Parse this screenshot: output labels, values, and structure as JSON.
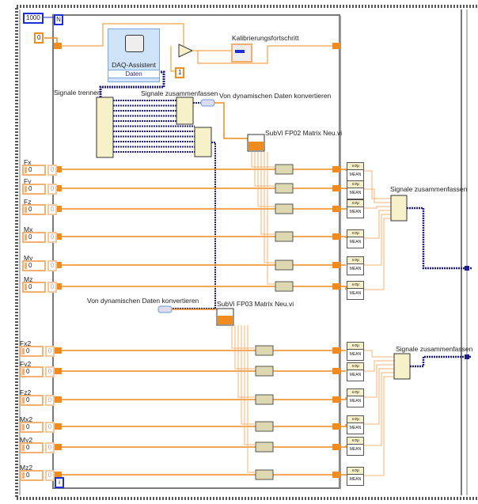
{
  "loop": {
    "count_constant": "1000",
    "count_terminal": "N",
    "iteration_terminal": "i",
    "shift_init": "0"
  },
  "daq": {
    "title": "DAQ-Assistent",
    "output": "Daten"
  },
  "compare_constant": "1",
  "progress": {
    "label": "Kalibrierungsfortschritt"
  },
  "labels": {
    "split": "Signale trennen",
    "merge1": "Signale zusammenfassen",
    "convert1": "Von dynamischen Daten konvertieren",
    "subvi1": "SubVi FP02 Matrix Neu.vi",
    "merge2": "Signale zusammenfassen",
    "convert2": "Von dynamischen Daten konvertieren",
    "subvi2": "SubVi FP03 Matrix Neu.vi",
    "merge3": "Signale zusammenfassen"
  },
  "controls_group1": [
    {
      "label": "Fx",
      "value": "0",
      "indicator": "0"
    },
    {
      "label": "Fy",
      "value": "0",
      "indicator": "0"
    },
    {
      "label": "Fz",
      "value": "0",
      "indicator": "0"
    },
    {
      "label": "Mx",
      "value": "0",
      "indicator": "0"
    },
    {
      "label": "My",
      "value": "0",
      "indicator": "0"
    },
    {
      "label": "Mz",
      "value": "0",
      "indicator": "0"
    }
  ],
  "controls_group2": [
    {
      "label": "Fx2",
      "value": "0",
      "indicator": "0"
    },
    {
      "label": "Fy2",
      "value": "0",
      "indicator": "0"
    },
    {
      "label": "Fz2",
      "value": "0",
      "indicator": "0"
    },
    {
      "label": "Mx2",
      "value": "0",
      "indicator": "0"
    },
    {
      "label": "My2",
      "value": "0",
      "indicator": "0"
    },
    {
      "label": "Mz2",
      "value": "0",
      "indicator": "0"
    }
  ],
  "mean_label": "MEAN",
  "mean_icon": "∧σμ",
  "colors": {
    "numeric_wire": "#f08c1e",
    "dynamic_wire": "#1f1f8f",
    "frame": "#7a7a7a",
    "node_bg": "#f6f1c8"
  }
}
